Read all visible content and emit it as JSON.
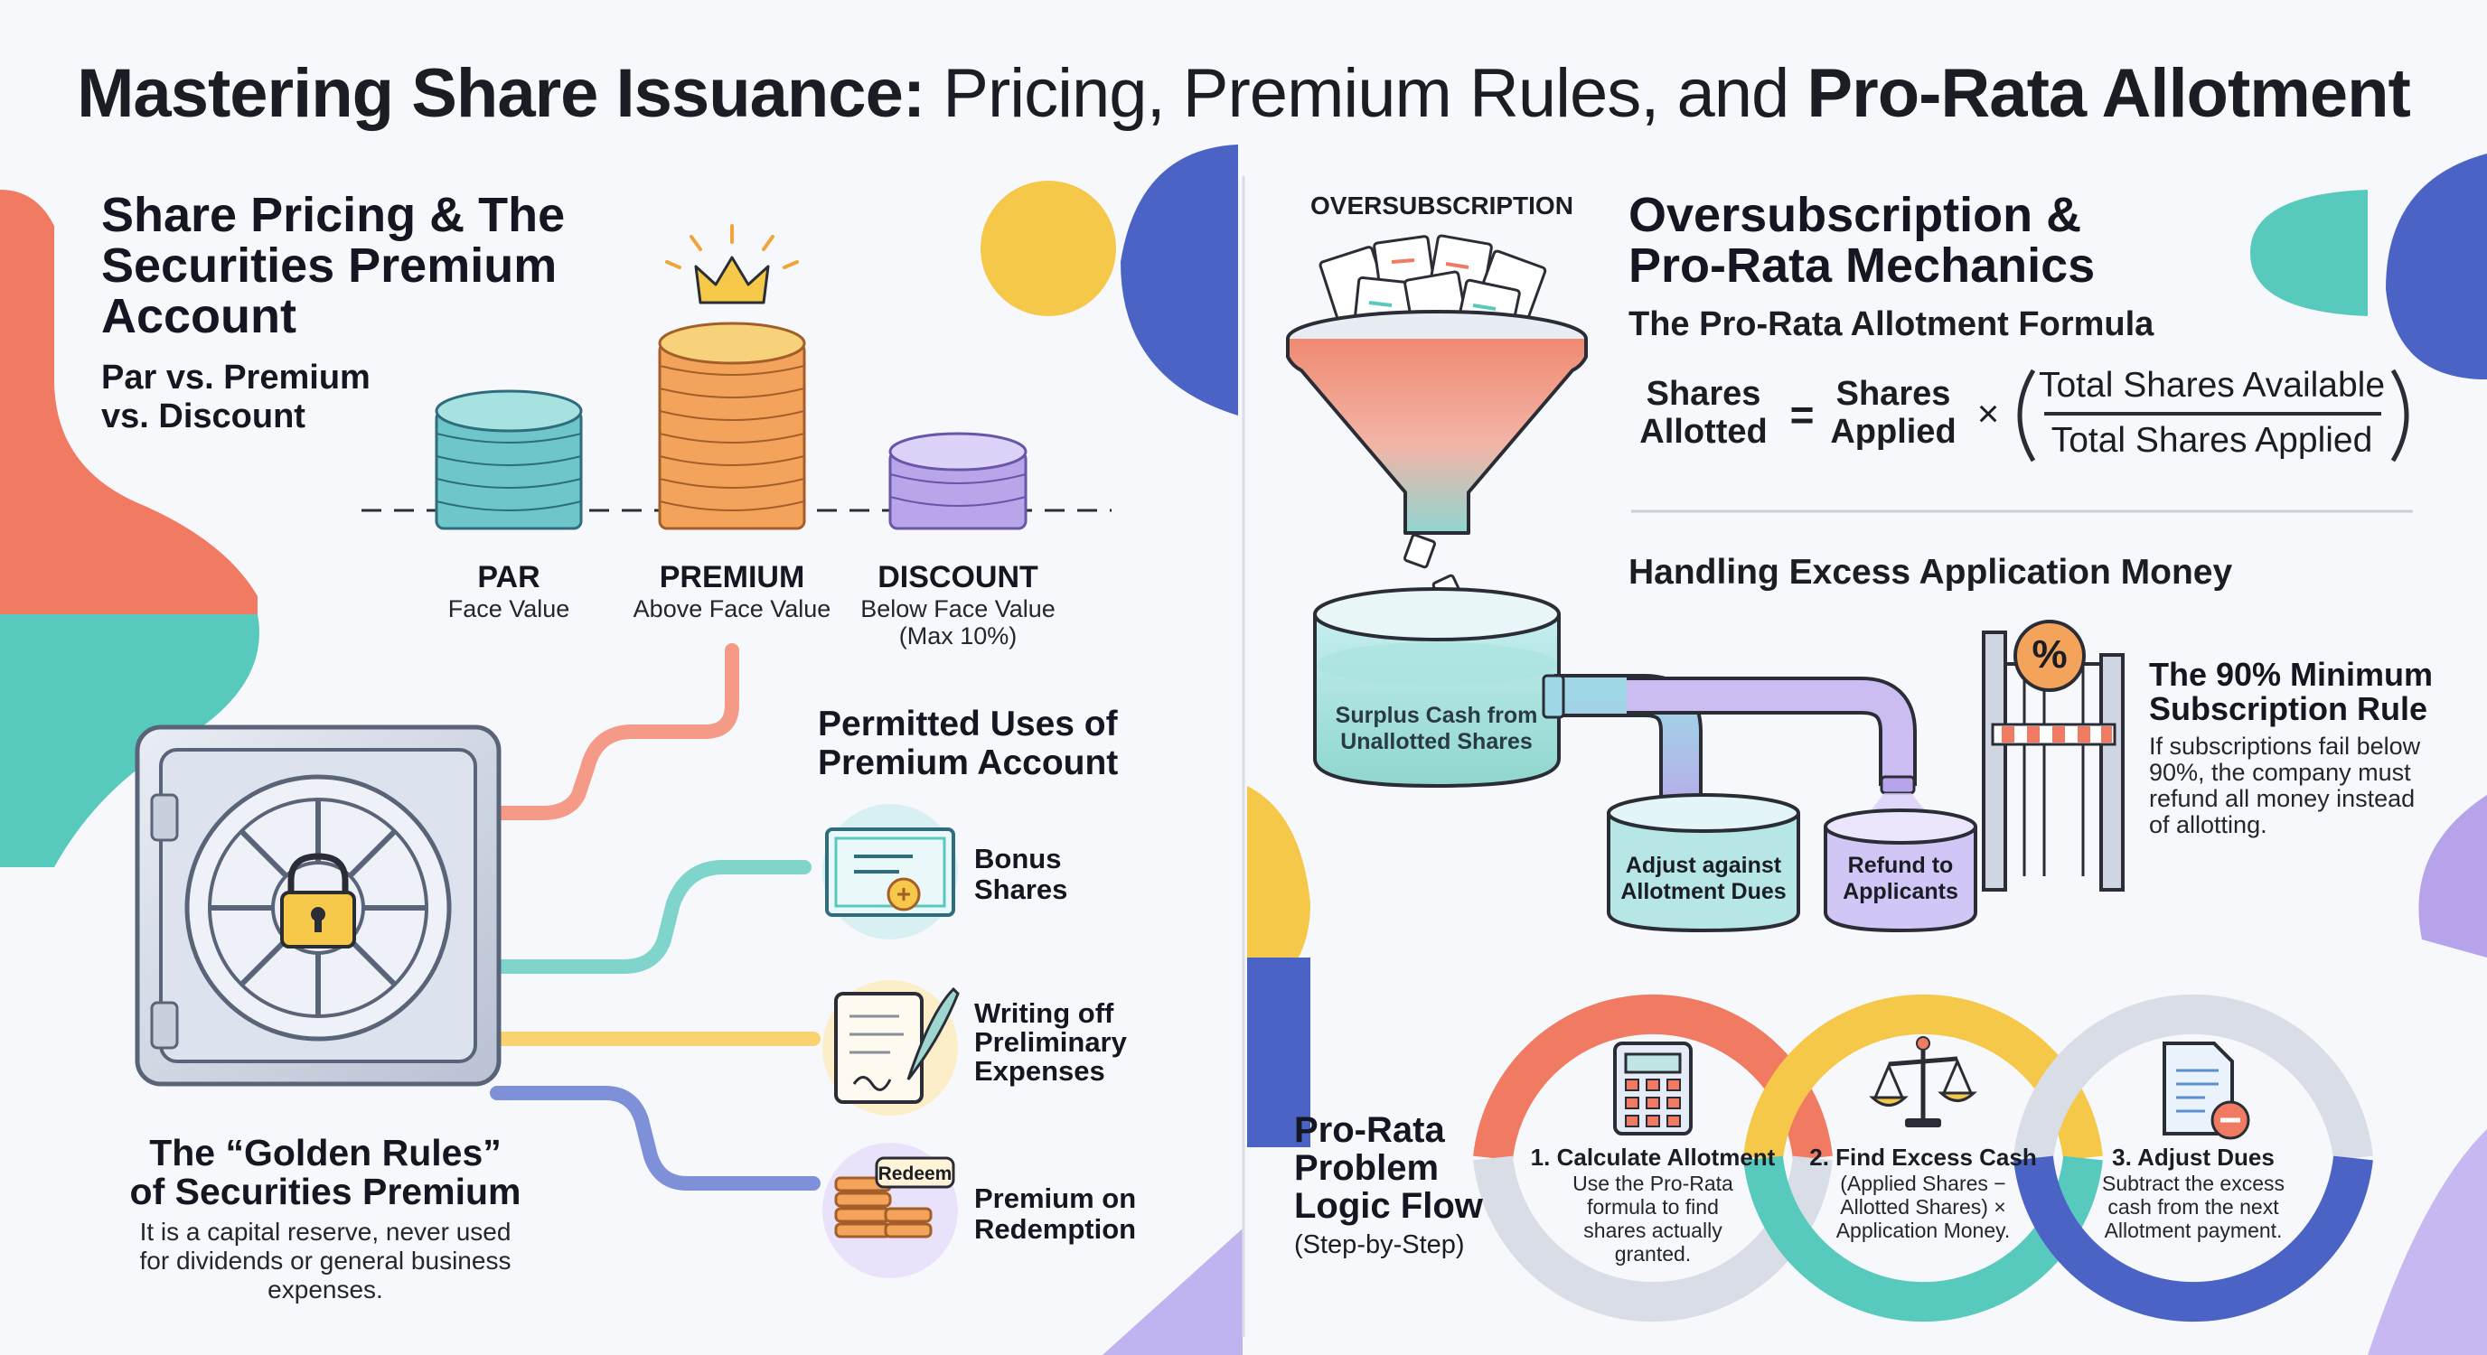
{
  "title": {
    "bold_a": "Mastering Share Issuance:",
    "normal": " Pricing, Premium Rules, and ",
    "bold_b": "Pro-Rata Allotment"
  },
  "left": {
    "heading": "Share Pricing & The Securities Premium Account",
    "heading_line1": "Share Pricing & The",
    "heading_line2": "Securities Premium",
    "heading_line3": "Account",
    "subheading_line1": "Par vs. Premium",
    "subheading_line2": "vs. Discount",
    "stacks": [
      {
        "label": "PAR",
        "desc": "Face Value",
        "desc2": ""
      },
      {
        "label": "PREMIUM",
        "desc": "Above Face Value",
        "desc2": ""
      },
      {
        "label": "DISCOUNT",
        "desc": "Below Face Value",
        "desc2": "(Max 10%)"
      }
    ],
    "uses_heading_line1": "Permitted Uses of",
    "uses_heading_line2": "Premium Account",
    "uses": [
      {
        "line1": "Bonus",
        "line2": "Shares",
        "line3": ""
      },
      {
        "line1": "Writing off",
        "line2": "Preliminary",
        "line3": "Expenses"
      },
      {
        "line1": "Premium on",
        "line2": "Redemption",
        "line3": ""
      }
    ],
    "redeem_tag": "Redeem",
    "golden_line1": "The “Golden Rules”",
    "golden_line2": "of Securities Premium",
    "golden_desc_line1": "It is a capital reserve, never used",
    "golden_desc_line2": "for dividends or general business",
    "golden_desc_line3": "expenses."
  },
  "right": {
    "oversub_label": "OVERSUBSCRIPTION",
    "heading_line1": "Oversubscription &",
    "heading_line2": "Pro-Rata Mechanics",
    "formula_heading": "The Pro-Rata Allotment Formula",
    "formula": {
      "lhs_line1": "Shares",
      "lhs_line2": "Allotted",
      "eq": "=",
      "mid_line1": "Shares",
      "mid_line2": "Applied",
      "times": "×",
      "numerator": "Total Shares Available",
      "denominator": "Total Shares Applied"
    },
    "excess_heading": "Handling Excess Application Money",
    "tank_line1": "Surplus Cash from",
    "tank_line2": "Unallotted Shares",
    "adjust_line1": "Adjust against",
    "adjust_line2": "Allotment Dues",
    "refund_line1": "Refund to",
    "refund_line2": "Applicants",
    "percent_symbol": "%",
    "rule_heading_line1": "The 90% Minimum",
    "rule_heading_line2": "Subscription Rule",
    "rule_desc_line1": "If subscriptions fail below",
    "rule_desc_line2": "90%, the company must",
    "rule_desc_line3": "refund all money instead",
    "rule_desc_line4": "of allotting.",
    "flow_heading_line1": "Pro-Rata",
    "flow_heading_line2": "Problem",
    "flow_heading_line3": "Logic Flow",
    "flow_sub": "(Step-by-Step)",
    "steps": [
      {
        "title": "1. Calculate Allotment",
        "d1": "Use the Pro-Rata",
        "d2": "formula to find",
        "d3": "shares actually",
        "d4": "granted."
      },
      {
        "title": "2. Find Excess Cash",
        "d1": "(Applied Shares −",
        "d2": "Allotted Shares) ×",
        "d3": "Application Money.",
        "d4": ""
      },
      {
        "title": "3. Adjust Dues",
        "d1": "Subtract the excess",
        "d2": "cash from the next",
        "d3": "Allotment payment.",
        "d4": ""
      }
    ]
  },
  "colors": {
    "coral": "#f07a62",
    "teal": "#58c9bd",
    "yellow": "#f5c84a",
    "blue": "#4a63c4",
    "purple": "#b6a3ea",
    "orange": "#f4a45a",
    "ink": "#141722"
  }
}
